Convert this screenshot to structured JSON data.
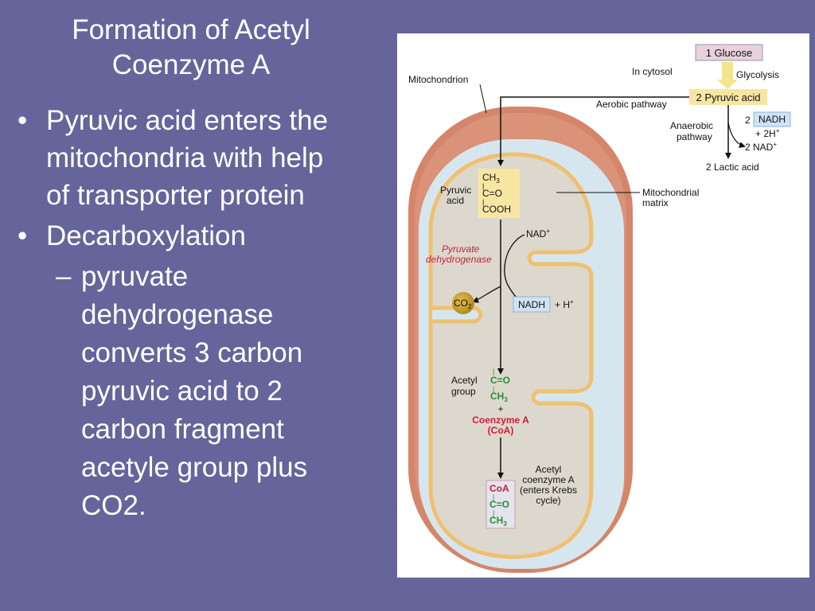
{
  "slide": {
    "title_line1": "Formation of Acetyl",
    "title_line2": "Coenzyme A",
    "bullets": [
      {
        "lines": [
          "Pyruvic acid enters the",
          "mitochondria with help",
          "of transporter protein"
        ]
      },
      {
        "lines": [
          "Decarboxylation"
        ]
      }
    ],
    "subbullet": {
      "lines": [
        "pyruvate",
        "dehydrogenase",
        "converts 3 carbon",
        "pyruvic acid to 2",
        "carbon fragment",
        "acetyle group plus",
        "CO2."
      ]
    },
    "bullet_char": "•",
    "dash_char": "–"
  },
  "diagram": {
    "glucose": "1 Glucose",
    "in_cytosol": "In cytosol",
    "glycolysis": "Glycolysis",
    "mitochondrion": "Mitochondrion",
    "pyruvic_two": "2 Pyruvic acid",
    "aerobic": "Aerobic pathway",
    "anaerobic_1": "Anaerobic",
    "anaerobic_2": "pathway",
    "two": "2",
    "nadh": "NADH",
    "plus_2h": "+ 2H",
    "sup_plus": "+",
    "two_nad": "2 NAD",
    "lactic": "2 Lactic acid",
    "pyruvic_label_1": "Pyruvic",
    "pyruvic_label_2": "acid",
    "ch3": "CH",
    "sub3": "3",
    "c_eq_o": "C=O",
    "cooh": "COOH",
    "matrix_1": "Mitochondrial",
    "matrix_2": "matrix",
    "nad_plus": "NAD",
    "enzyme_1": "Pyruvate",
    "enzyme_2": "dehydrogenase",
    "co2": "CO",
    "sub2": "2",
    "nadh2": "NADH",
    "plus_h": "+ H",
    "acetyl_1": "Acetyl",
    "acetyl_2": "group",
    "plus": "+",
    "coenzyme": "Coenzyme A",
    "coa_paren": "(CoA)",
    "acoa_1": "Acetyl",
    "acoa_2": "coenzyme A",
    "acoa_3": "(enters Krebs",
    "acoa_4": "cycle)",
    "coa": "CoA",
    "bond": "|"
  },
  "colors": {
    "background": "#65649b",
    "outer_membrane": "#d4856a",
    "intermembrane_space": "#d6e6ee",
    "matrix": "#ddd8cd",
    "inner_membrane": "#f0c070",
    "acetyl_green": "#2a8a3a",
    "coa_red": "#c81e3a"
  }
}
